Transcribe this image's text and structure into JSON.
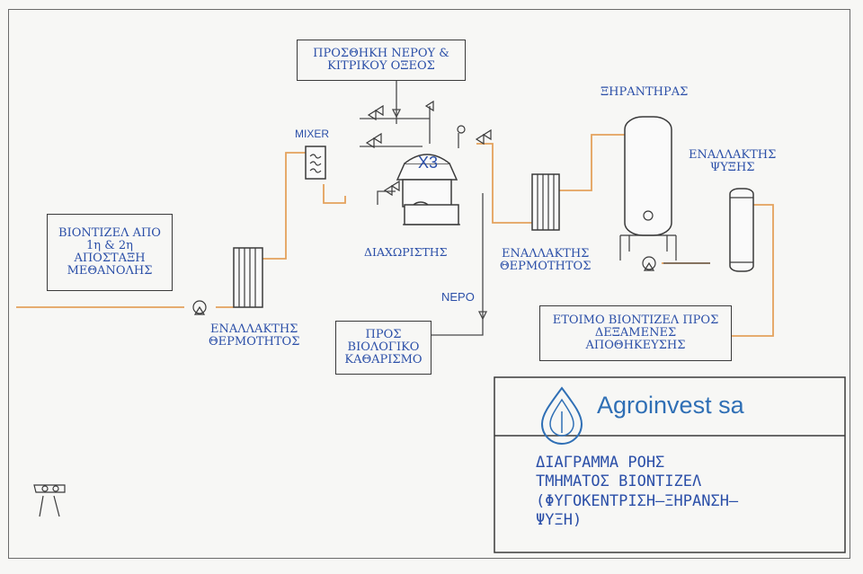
{
  "diagram": {
    "water_acid_box": [
      "ΠΡΟΣΘΗΚΗ ΝΕΡΟΥ &",
      "ΚΙΤΡΙΚΟΥ ΟΞΕΟΣ"
    ],
    "feed_box": [
      "ΒΙΟΝΤΙΖΕΛ ΑΠΟ",
      "1η & 2η",
      "ΑΠΟΣΤΑΞΗ",
      "ΜΕΘΑΝΟΛΗΣ"
    ],
    "biological_box": [
      "ΠΡΟΣ",
      "ΒΙΟΛΟΓΙΚΟ",
      "ΚΑΘΑΡΙΣΜΟ"
    ],
    "product_box": [
      "ΕΤΟΙΜΟ ΒΙΟΝΤΙΖΕΛ ΠΡΟΣ",
      "ΔΕΞΑΜΕΝΕΣ",
      "ΑΠΟΘΗΚΕΥΣΗΣ"
    ],
    "mixer_label": "MIXER",
    "separator_label": "ΔΙΑΧΩΡΙΣΤΗΣ",
    "separator_count": "X3",
    "water_label": "ΝΕΡΟ",
    "dryer_label": "ΞΗΡΑΝΤΗΡΑΣ",
    "cooler_label": [
      "ΕΝΑΛΛΑΚΤΗΣ",
      "ΨΥΞΗΣ"
    ],
    "hx1_label": [
      "ΕΝΑΛΛΑΚΤΗΣ",
      "ΘΕΡΜΟΤΗΤΟΣ"
    ],
    "hx2_label": [
      "ΕΝΑΛΛΑΚΤΗΣ",
      "ΘΕΡΜΟΤΗΤΟΣ"
    ]
  },
  "title_block": {
    "company": "Agroinvest sa",
    "title": [
      "ΔΙΑΓΡΑΜΜΑ ΡΟΗΣ",
      "ΤΜΗΜΑΤΟΣ ΒΙΟΝΤΙΖΕΛ",
      "(ΦΥΓΟΚΕΝΤΡΙΣΗ–ΞΗΡΑΝΣΗ–",
      "ΨΥΞΗ)"
    ]
  },
  "colors": {
    "text_blue": "#2b4fa8",
    "pipe_orange": "#e4a25c",
    "logo_blue": "#2f6fb5"
  },
  "icons": [
    "drop-leaf-logo-icon",
    "stamp-mark-icon"
  ]
}
